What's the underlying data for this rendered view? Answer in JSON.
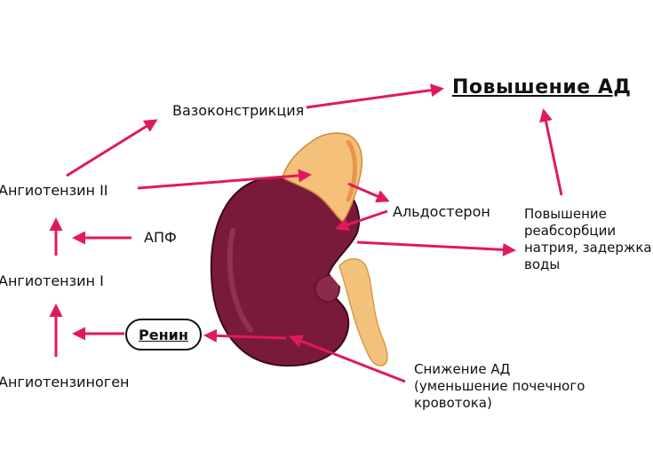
{
  "diagram": {
    "title": "Повышение АД",
    "labels": {
      "vasoconstriction": "Вазоконстрикция",
      "angiotensin2": "Ангиотензин II",
      "ace": "АПФ",
      "angiotensin1": "Ангиотензин I",
      "renin": "Ренин",
      "angiotensinogen": "Ангиотензиноген",
      "aldosterone": "Альдостерон",
      "sodium_reabsorption": [
        "Повышение",
        "реабсорбции",
        "натрия, задержка",
        "воды"
      ],
      "bp_decrease": [
        "Снижение АД",
        "(уменьшение почечного",
        "кровотока)"
      ]
    },
    "colors": {
      "arrow": "#e0195f",
      "kidney": "#7a1a3a",
      "kidney_shadow": "#5e1029",
      "ureter": "#f2c27a",
      "adrenal": "#f5c07a",
      "adrenal_dark": "#e8964a",
      "text": "#111111"
    }
  }
}
